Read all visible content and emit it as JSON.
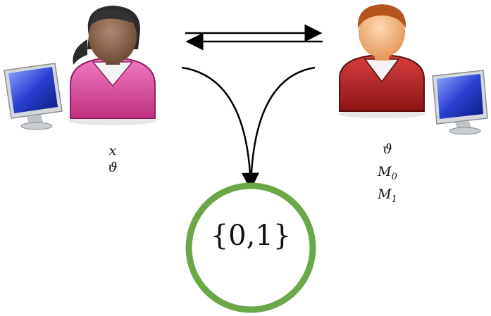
{
  "alice": {
    "labels": [
      "x",
      "ϑ"
    ]
  },
  "bob": {
    "labels": [
      "ϑ",
      "M",
      "M"
    ],
    "subscripts": [
      "",
      "0",
      "1"
    ]
  },
  "result": {
    "text": "{0,1}"
  },
  "colors": {
    "alice_shirt": "#d9489b",
    "bob_shirt": "#b3201f",
    "circle_stroke": "#6aa847",
    "monitor_screen": "#2a3fd0",
    "arrow": "#000000"
  },
  "icons": [
    "female-user-icon",
    "male-user-icon",
    "computer-monitor-icon"
  ]
}
